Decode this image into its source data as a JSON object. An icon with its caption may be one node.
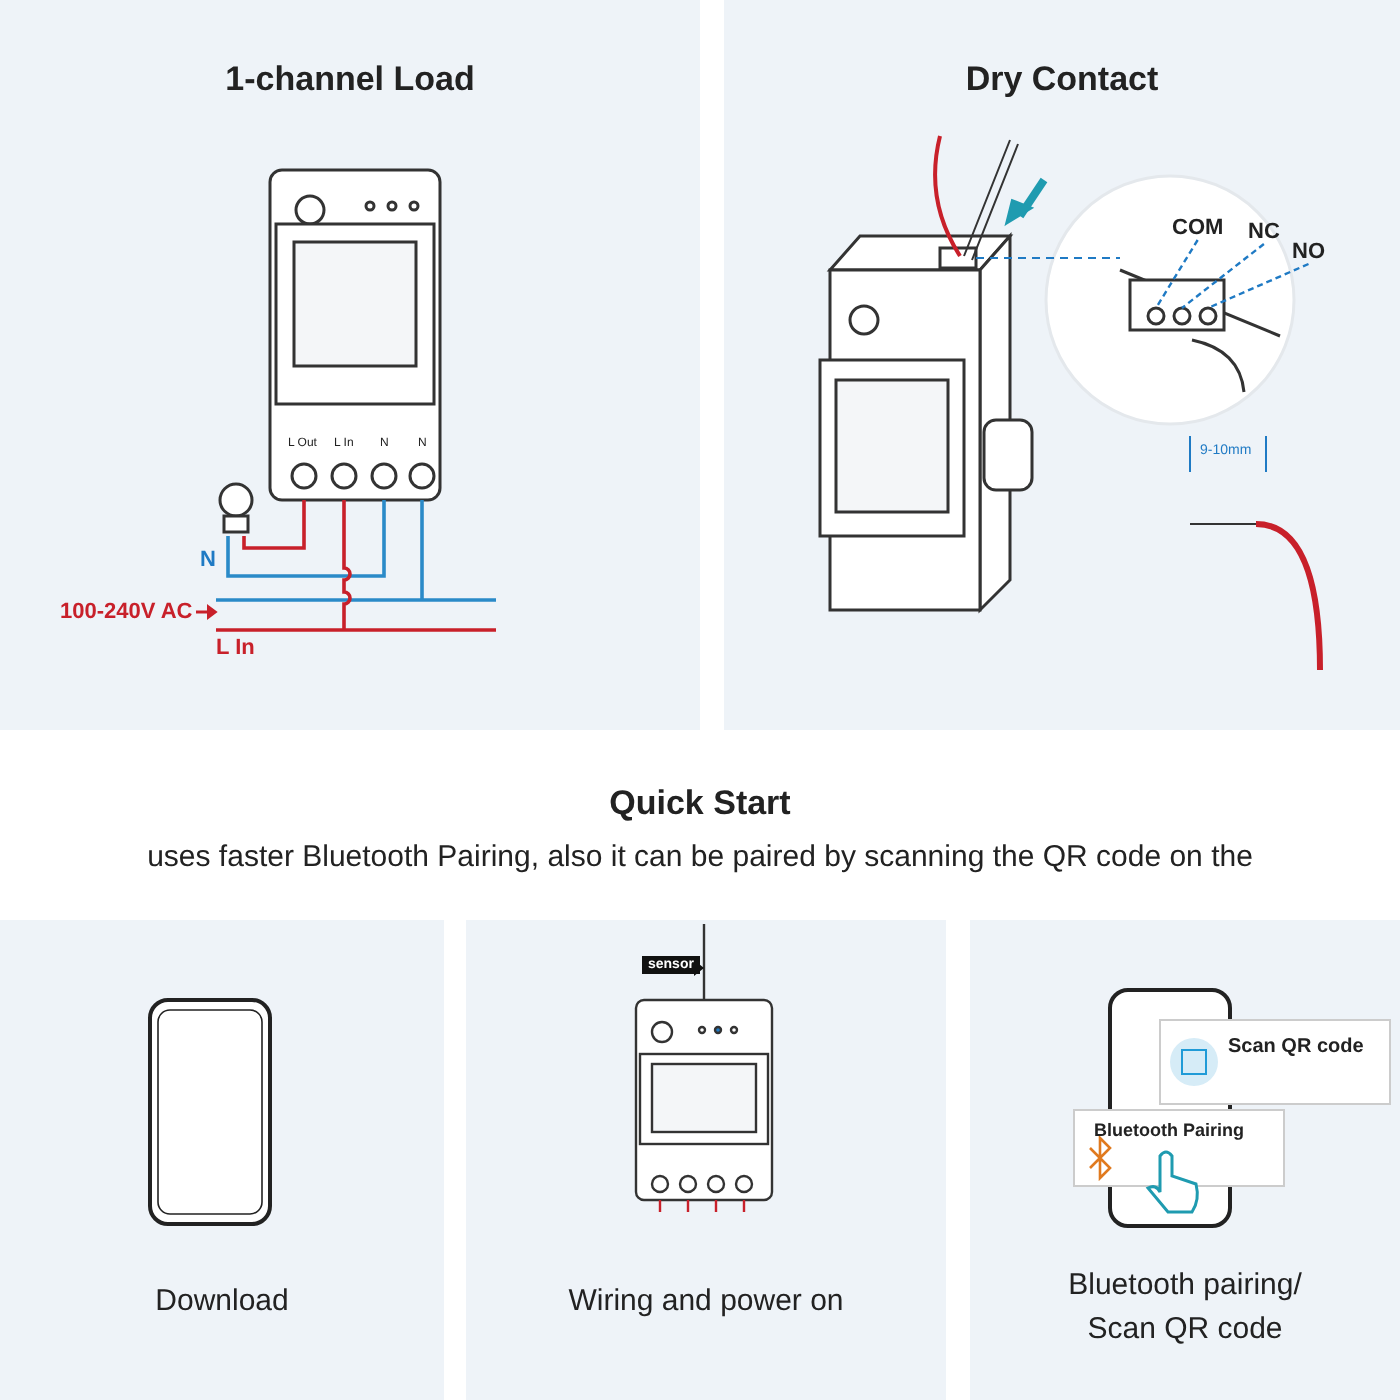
{
  "diagram": {
    "nodes": [
      {
        "text": [
          "1-channel Load"
        ]
      },
      {
        "text": [
          "Dry Contact"
        ]
      },
      {
        "text": [
          "Download"
        ]
      },
      {
        "text": [
          "Wiring and power on"
        ]
      },
      {
        "text": [
          "Bluetooth pairing/ Scan QR code"
        ]
      },
      {
        "text": [
          "COM"
        ],
        "in": 1
      },
      {
        "text": [
          "NC"
        ],
        "in": 1
      },
      {
        "text": [
          "NO"
        ],
        "in": 1
      }
    ],
    "edges": [
      {
        "from": 5,
        "to": null,
        "arrow": "none",
        "style": "dashed",
        "color": "#1f7ac4"
      },
      {
        "from": 6,
        "to": null,
        "arrow": "none",
        "style": "dashed",
        "color": "#1f7ac4"
      },
      {
        "from": 7,
        "to": null,
        "arrow": "none",
        "style": "dashed",
        "color": "#1f7ac4"
      }
    ],
    "labels": [
      "L Out",
      "L In",
      "N",
      "N",
      "N",
      "100-240V AC",
      "L In",
      "9-10mm",
      "Quick Start",
      "uses faster Bluetooth Pairing, also it can be paired by scanning the QR code on the",
      "sensor",
      "Scan QR code",
      "Bluetooth Pairing"
    ]
  }
}
